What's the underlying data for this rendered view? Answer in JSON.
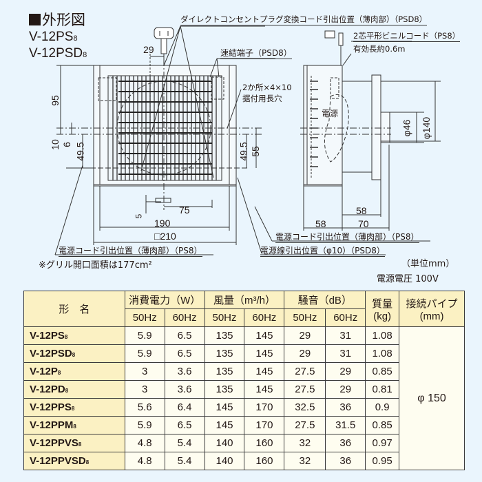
{
  "header": {
    "title": "外形図",
    "models": [
      {
        "base": "V-12PS",
        "suffix": "8"
      },
      {
        "base": "V-12PSD",
        "suffix": "8"
      }
    ]
  },
  "callouts": {
    "direct_plug": "ダイレクトコンセントプラグ変換コード引出位置（薄肉部）（PSD8）",
    "quick_terminal": "速結端子（PSD8）",
    "mounting_holes_line1": "2か所×4×10",
    "mounting_holes_line2": "据付用長穴",
    "flat_cord_line1": "2芯平形ビニルコード（PS8）",
    "flat_cord_line2": "有効長約0.6m",
    "power_label": "電源",
    "cord_exit_front": "電源コード引出位置（薄肉部）（PS8）",
    "cord_exit_side": "電源コード引出位置（薄肉部）（PS8）",
    "wire_exit_side": "電源線引出位置（φ10）（PSD8）",
    "grille_note": "※グリル開口面積は177cm²",
    "unit_note": "（単位mm）",
    "voltage_note": "電源電圧 100V"
  },
  "dimensions": {
    "front": {
      "d29": "29",
      "d95": "95",
      "d10": "10",
      "d6": "6",
      "d49_5_left": "49.5",
      "d49_5_right": "49.5",
      "d55": "55",
      "d5": "5",
      "d75": "75",
      "d190": "190",
      "d210": "□210"
    },
    "side": {
      "phi46": "φ46",
      "phi140": "φ140",
      "d58_top": "58",
      "d58_bottom": "58",
      "d70": "70"
    }
  },
  "table": {
    "headers": {
      "model": "形　名",
      "power": "消費電力（W）",
      "airflow": "風量（m³/h）",
      "noise": "騒音（dB）",
      "mass_line1": "質量",
      "mass_line2": "(kg)",
      "pipe_line1": "接続パイプ",
      "pipe_line2": "(mm)",
      "hz50": "50Hz",
      "hz60": "60Hz"
    },
    "pipe_value": "φ 150",
    "rows": [
      {
        "base": "V-12PS",
        "suffix": "8",
        "p50": "5.9",
        "p60": "6.5",
        "a50": "135",
        "a60": "145",
        "n50": "29",
        "n60": "31",
        "mass": "1.08"
      },
      {
        "base": "V-12PSD",
        "suffix": "8",
        "p50": "5.9",
        "p60": "6.5",
        "a50": "135",
        "a60": "145",
        "n50": "29",
        "n60": "31",
        "mass": "1.08"
      },
      {
        "base": "V-12P",
        "suffix": "8",
        "p50": "3",
        "p60": "3.6",
        "a50": "135",
        "a60": "145",
        "n50": "27.5",
        "n60": "29",
        "mass": "0.85"
      },
      {
        "base": "V-12PD",
        "suffix": "8",
        "p50": "3",
        "p60": "3.6",
        "a50": "135",
        "a60": "145",
        "n50": "27.5",
        "n60": "29",
        "mass": "0.81"
      },
      {
        "base": "V-12PPS",
        "suffix": "8",
        "p50": "5.6",
        "p60": "6.4",
        "a50": "145",
        "a60": "170",
        "n50": "32.5",
        "n60": "36",
        "mass": "0.9"
      },
      {
        "base": "V-12PPM",
        "suffix": "8",
        "p50": "5.9",
        "p60": "6.5",
        "a50": "145",
        "a60": "170",
        "n50": "27.5",
        "n60": "31.5",
        "mass": "0.85"
      },
      {
        "base": "V-12PPVS",
        "suffix": "8",
        "p50": "4.8",
        "p60": "5.4",
        "a50": "140",
        "a60": "160",
        "n50": "32",
        "n60": "36",
        "mass": "0.97"
      },
      {
        "base": "V-12PPVSD",
        "suffix": "8",
        "p50": "4.8",
        "p60": "5.4",
        "a50": "140",
        "a60": "160",
        "n50": "32",
        "n60": "36",
        "mass": "0.95"
      }
    ]
  },
  "colors": {
    "background": "#eaf5fd",
    "table_header": "#fbf1c3",
    "table_cell": "#fefdf0",
    "line": "#3a3a3a"
  }
}
